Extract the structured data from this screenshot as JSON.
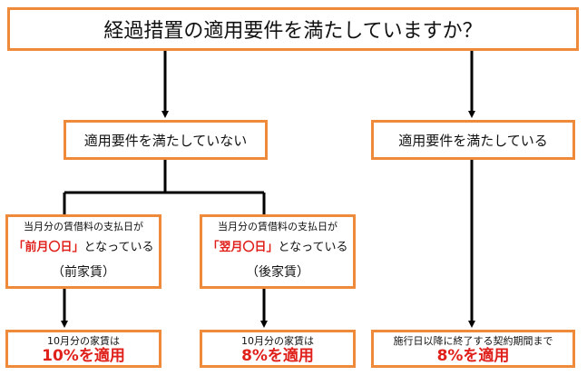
{
  "title": "経過措置の適用要件を満たしていますか？",
  "branch_no": {
    "label": "適用要件を満たしていない"
  },
  "branch_yes": {
    "label": "適用要件を満たしている",
    "result_line1": "施行日以降に終了する契約期間まで",
    "result_line2": "8%を適用"
  },
  "case_maekachin": {
    "line1": "当月分の賃借料の支払日が",
    "quote_open": "「",
    "keyword": "前月〇日",
    "quote_close": "」",
    "suffix": "となっている",
    "type": "（前家賃）",
    "result_line1": "10月分の家賃は",
    "result_line2": "10%を適用"
  },
  "case_atoyachin": {
    "line1": "当月分の賃借料の支払日が",
    "quote_open": "「",
    "keyword": "翌月〇日",
    "quote_close": "」",
    "suffix": "となっている",
    "type": "（後家賃）",
    "result_line1": "10月分の家賃は",
    "result_line2": "8%を適用"
  },
  "colors": {
    "border": "#ee8a3a",
    "highlight": "#e0201b",
    "arrow": "#000000"
  }
}
